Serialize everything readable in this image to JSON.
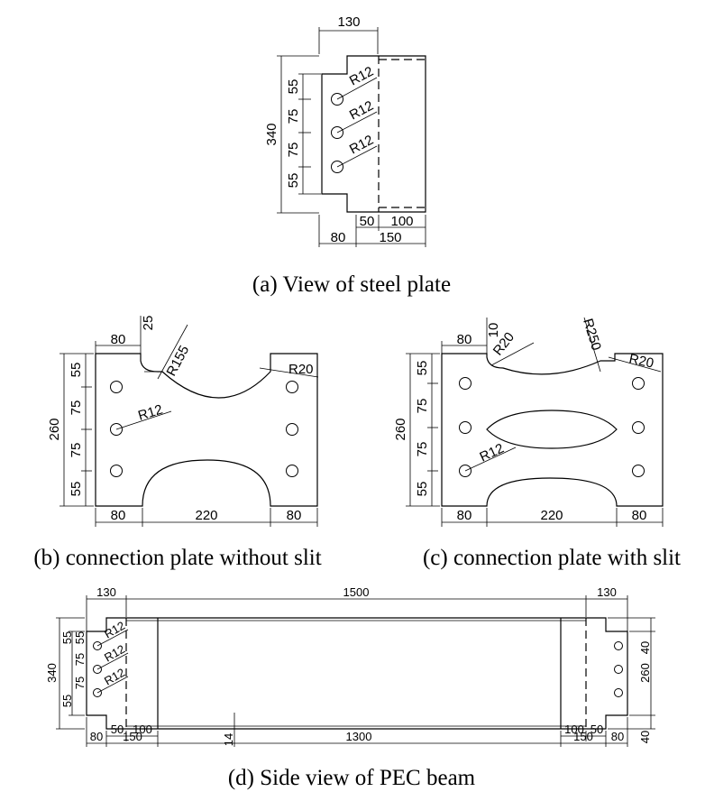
{
  "captions": {
    "a": "(a) View of steel plate",
    "b": "(b) connection plate without slit",
    "c": "(c) connection plate with slit",
    "d": "(d) Side view of PEC beam"
  },
  "panel_a": {
    "width_top": "130",
    "height_total": "340",
    "spacing": [
      "55",
      "75",
      "75",
      "55"
    ],
    "radius": "R12",
    "bottom": [
      "50",
      "100",
      "80",
      "150"
    ]
  },
  "panel_b": {
    "top": [
      "80",
      "25"
    ],
    "radius_arc": "R155",
    "radius_corner": "R20",
    "radius_hole": "R12",
    "height": "260",
    "spacing": [
      "55",
      "75",
      "75",
      "55"
    ],
    "bottom": [
      "80",
      "220",
      "80"
    ]
  },
  "panel_c": {
    "top": [
      "80",
      "10"
    ],
    "radius_corner_left": "R20",
    "radius_arc": "R250",
    "radius_corner_right": "R20",
    "radius_hole": "R12",
    "height": "260",
    "spacing": [
      "55",
      "75",
      "75",
      "55"
    ],
    "bottom": [
      "80",
      "220",
      "80"
    ]
  },
  "panel_d": {
    "top": [
      "130",
      "1500",
      "130"
    ],
    "radius": "R12",
    "left_height": "340",
    "left_spacing_top": [
      "55",
      "55",
      "75"
    ],
    "left_spacing_bottom": [
      "55",
      "75"
    ],
    "right_spacing": [
      "40",
      "260",
      "40"
    ],
    "bottom": [
      "80",
      "50",
      "100",
      "150",
      "14",
      "1300",
      "100",
      "50",
      "150",
      "80"
    ]
  }
}
